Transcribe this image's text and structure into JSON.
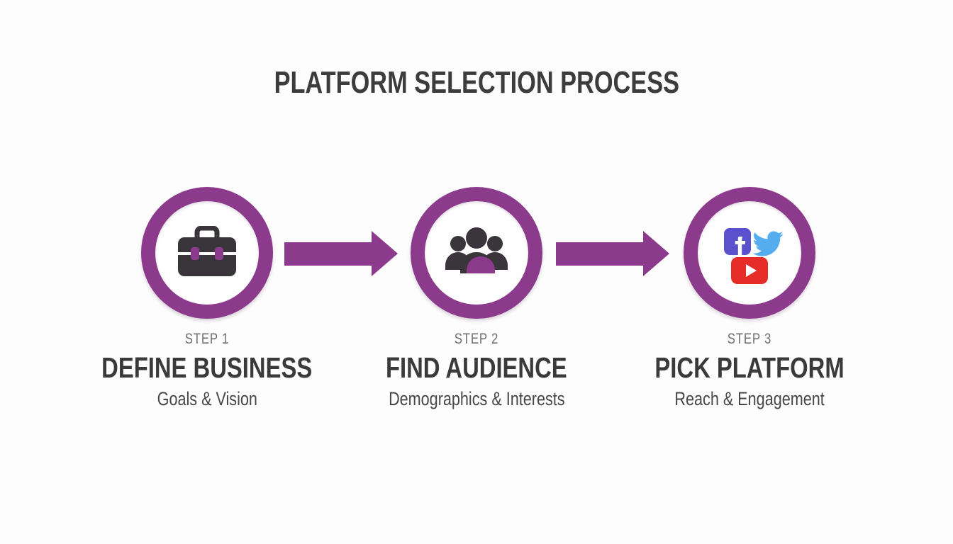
{
  "title": "PLATFORM SELECTION PROCESS",
  "colors": {
    "accent_purple": "#8c3a8c",
    "icon_dark": "#3a353a",
    "facebook_blue": "#5a52cc",
    "twitter_blue": "#55acee",
    "youtube_red": "#e62d27"
  },
  "steps": [
    {
      "label": "STEP 1",
      "title": "DEFINE BUSINESS",
      "subtitle": "Goals & Vision",
      "icon": "briefcase-icon"
    },
    {
      "label": "STEP 2",
      "title": "FIND AUDIENCE",
      "subtitle": "Demographics & Interests",
      "icon": "audience-icon"
    },
    {
      "label": "STEP 3",
      "title": "PICK PLATFORM",
      "subtitle": "Reach & Engagement",
      "icon": "social-platforms-icon"
    }
  ]
}
